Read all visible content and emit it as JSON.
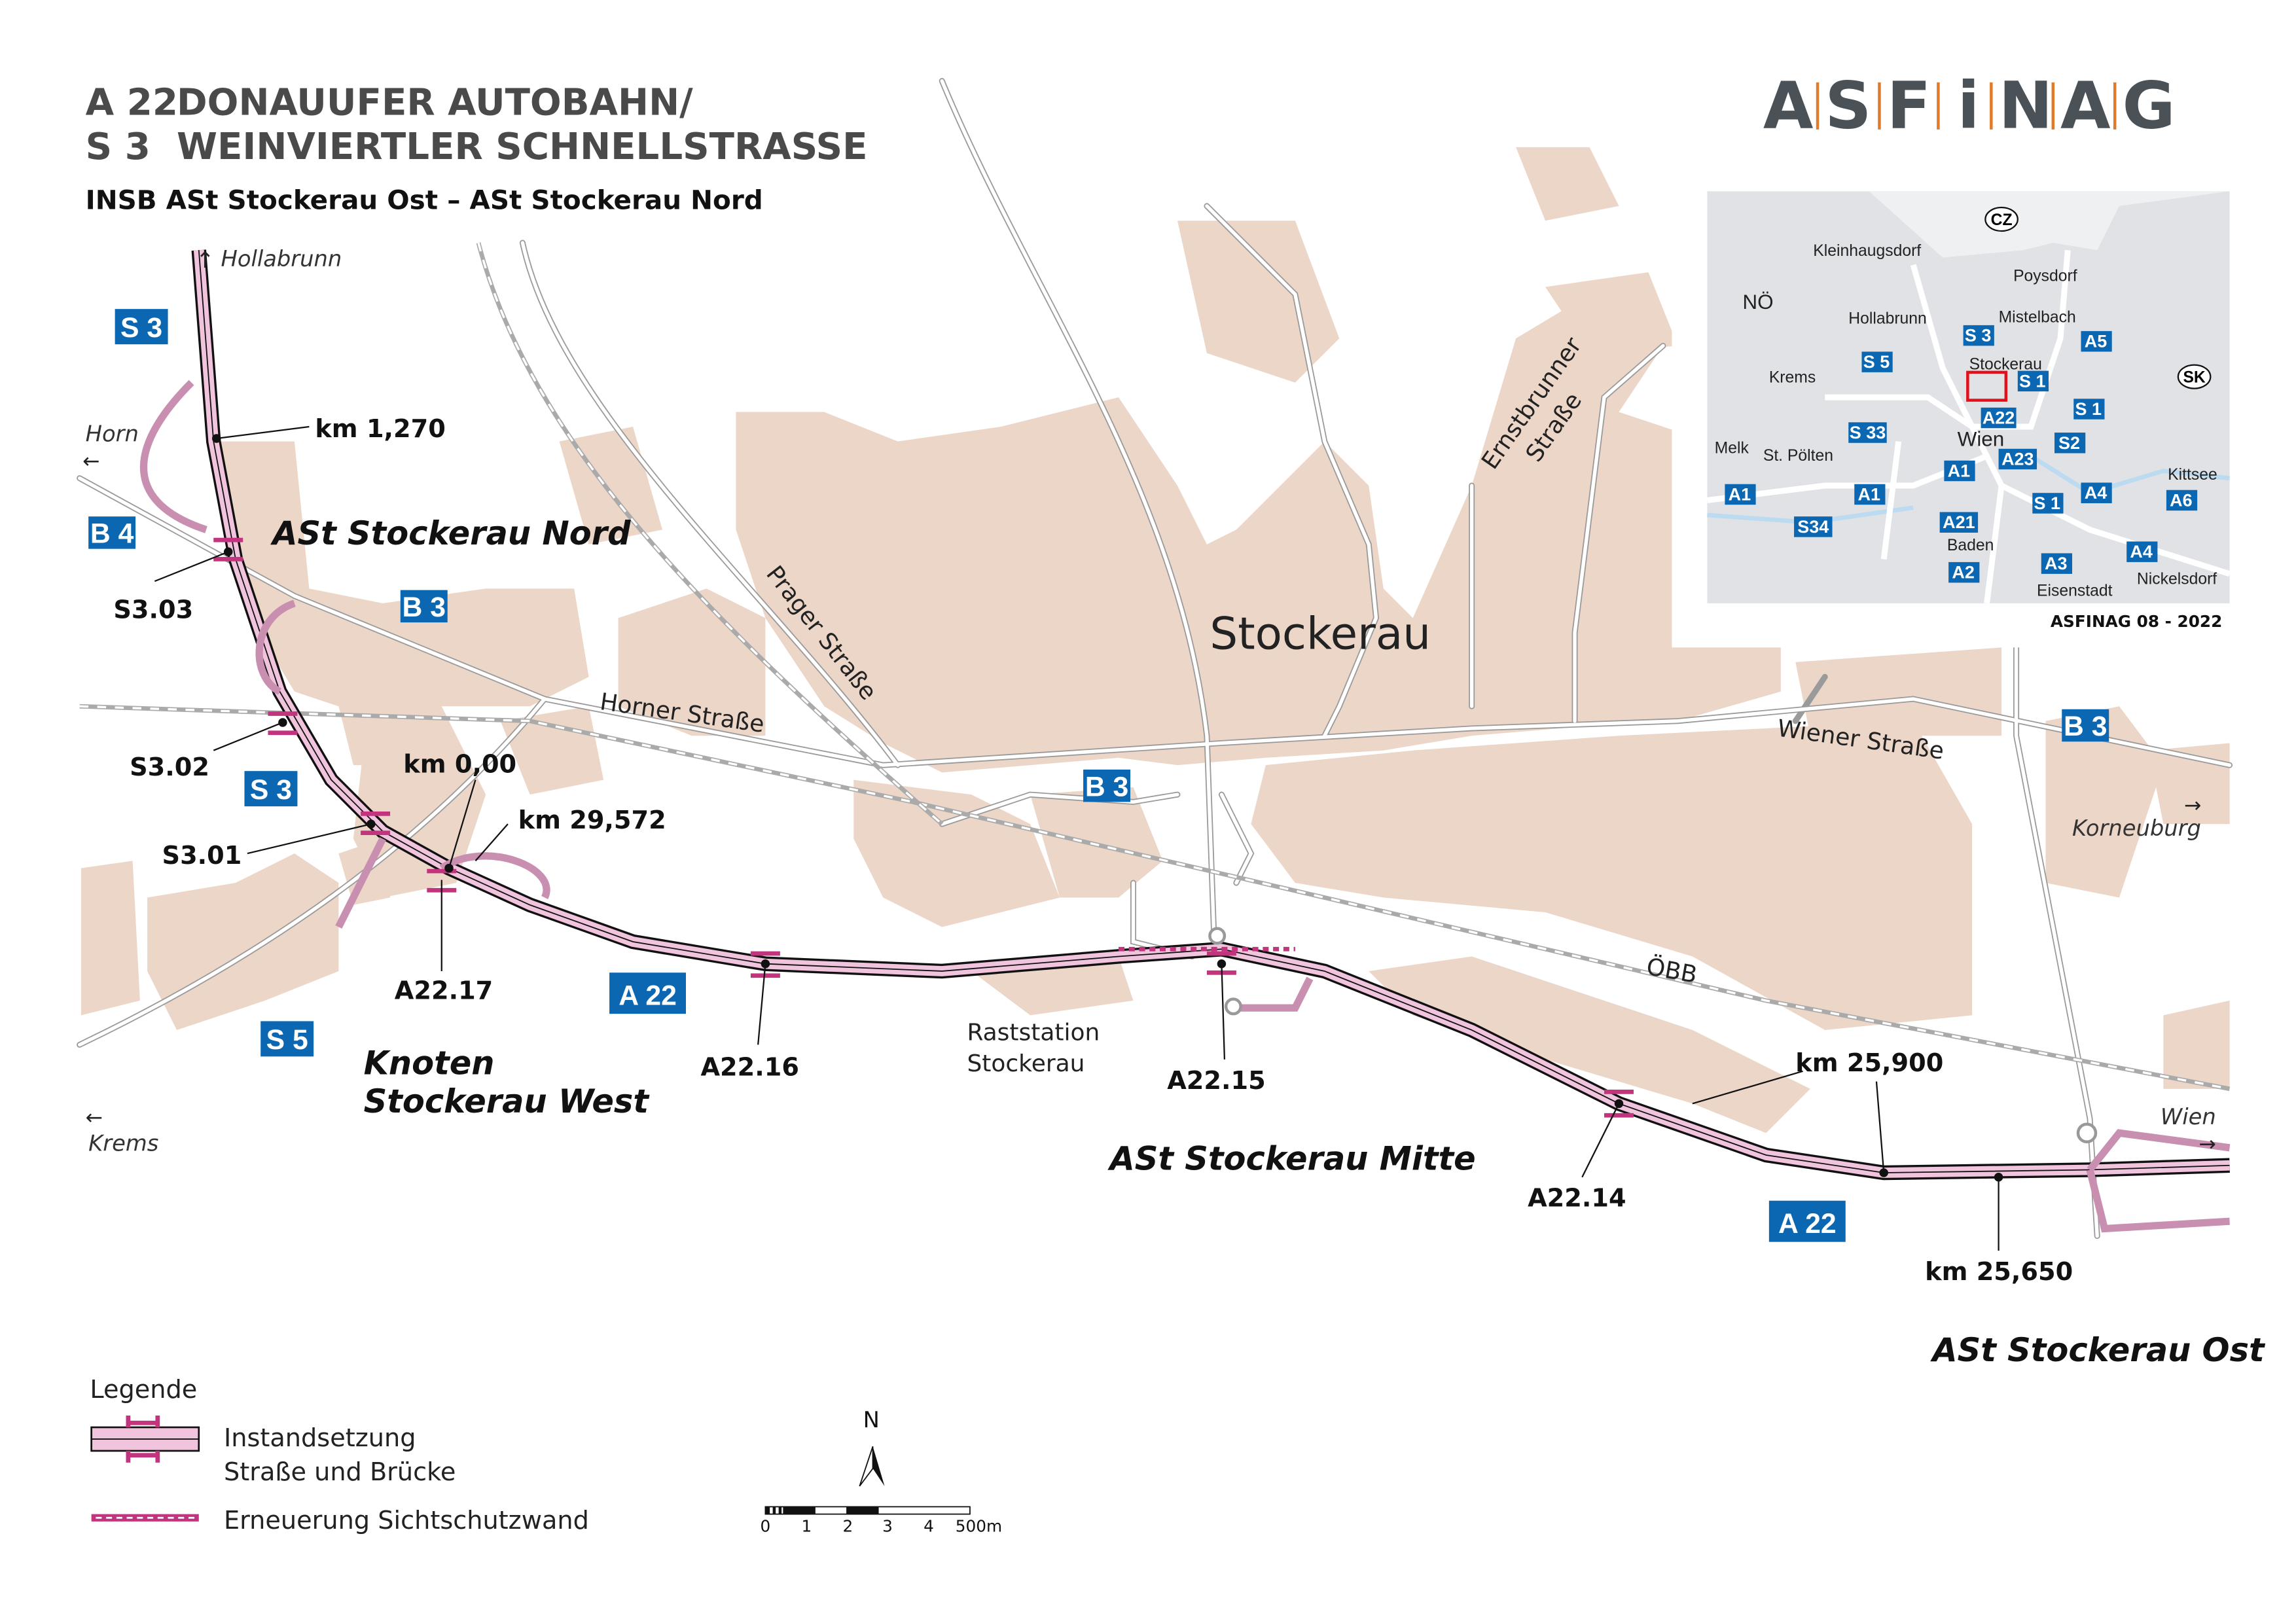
{
  "header": {
    "line1_code": "A 22",
    "line1_name": "DONAUUFER AUTOBAHN/",
    "line2_code": "S 3",
    "line2_name": "WEINVIERTLER SCHNELLSTRASSE",
    "subtitle": "INSB ASt Stockerau Ost – ASt Stockerau Nord"
  },
  "logo": {
    "text": "ASFiNAG",
    "letters": [
      "A",
      "S",
      "F",
      "i",
      "N",
      "A",
      "G"
    ],
    "accent": "#e07b2b",
    "color": "#4a5157"
  },
  "colors": {
    "built_area": "#ecd6c8",
    "road_works": "#f1c4de",
    "works_marker": "#c2357e",
    "shield": "#0b67b2"
  },
  "map": {
    "town": "Stockerau",
    "places": {
      "nord": "ASt Stockerau Nord",
      "knoten_1": "Knoten",
      "knoten_2": "Stockerau West",
      "mitte": "ASt Stockerau Mitte",
      "ost": "ASt Stockerau Ost",
      "raststation_1": "Raststation",
      "raststation_2": "Stockerau"
    },
    "streets": {
      "horner": "Horner Straße",
      "prager": "Prager Straße",
      "ernst_1": "Ernstbrunner",
      "ernst_2": "Straße",
      "wiener": "Wiener Straße",
      "oebb": "ÖBB"
    },
    "directions": {
      "hollabrunn": "Hollabrunn",
      "horn": "Horn",
      "krems": "Krems",
      "korneuburg": "Korneuburg",
      "wien": "Wien"
    },
    "km_markers": [
      "km 1,270",
      "km 0,00",
      "km 29,572",
      "km 25,900",
      "km 25,650"
    ],
    "objects": [
      "S3.03",
      "S3.02",
      "S3.01",
      "A22.17",
      "A22.16",
      "A22.15",
      "A22.14"
    ],
    "shields": {
      "s3a": "S 3",
      "s3b": "S 3",
      "b4": "B 4",
      "b3a": "B 3",
      "b3b": "B 3",
      "b3c": "B 3",
      "s5": "S 5",
      "a22a": "A 22",
      "a22b": "A 22"
    }
  },
  "inset": {
    "places": [
      "Kleinhaugsdorf",
      "Poysdorf",
      "NÖ",
      "Hollabrunn",
      "Mistelbach",
      "Stockerau",
      "Krems",
      "Wien",
      "Melk",
      "St. Pölten",
      "Kittsee",
      "Baden",
      "Eisenstadt",
      "Nickelsdorf"
    ],
    "countries": [
      "CZ",
      "SK"
    ],
    "shields": [
      "S 3",
      "A5",
      "S 5",
      "S 1",
      "A22",
      "S 1",
      "S 33",
      "S2",
      "A1",
      "A23",
      "A1",
      "A1",
      "A4",
      "A6",
      "S 1",
      "S34",
      "A21",
      "A4",
      "A3",
      "A2"
    ],
    "credit": "ASFINAG  08 - 2022"
  },
  "legend": {
    "title": "Legende",
    "item1_line1": "Instandsetzung",
    "item1_line2": "Straße und Brücke",
    "item2": "Erneuerung Sichtschutzwand"
  },
  "north": "N",
  "scale": {
    "ticks": [
      "0",
      "1",
      "2",
      "3",
      "4",
      "500m"
    ]
  }
}
